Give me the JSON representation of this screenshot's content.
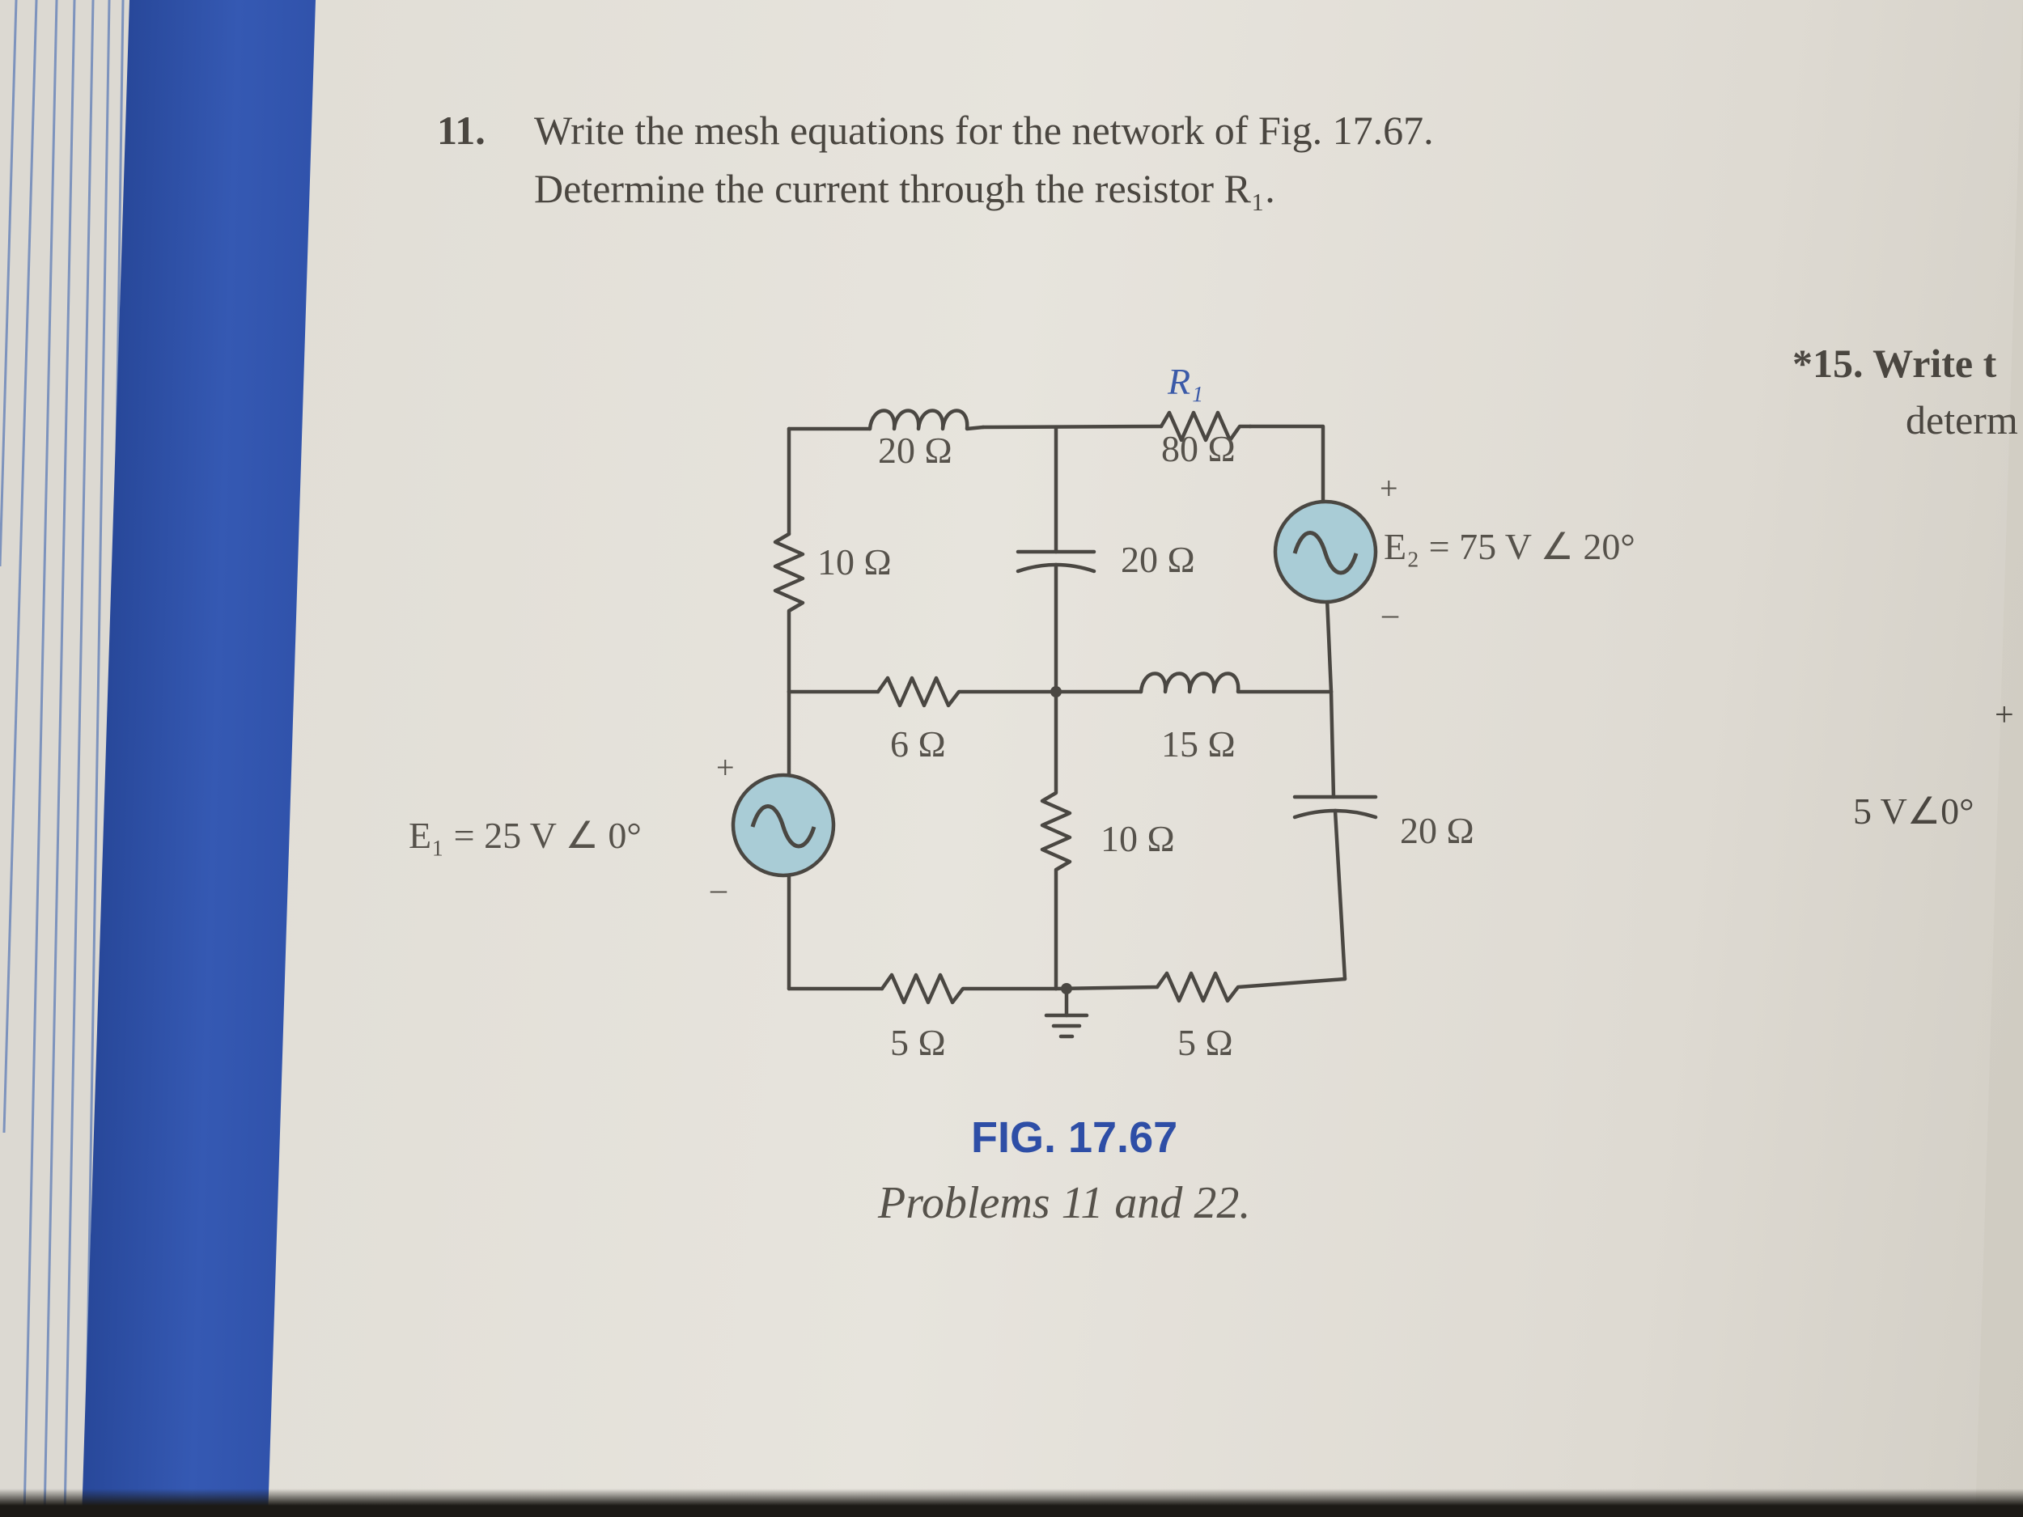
{
  "problem": {
    "number": "11.",
    "line1": "Write the mesh equations for the network of Fig. 17.67.",
    "line2": "Determine the current through the resistor R₁."
  },
  "side": {
    "problem_start": "*15. Write t",
    "problem_line2": "determ",
    "plus": "+",
    "source": "5 V∠0°"
  },
  "circuit": {
    "labels": {
      "r1_name": "R₁",
      "top_left_inductor": "20 Ω",
      "r1_value": "80 Ω",
      "left_resistor": "10 Ω",
      "center_capacitor": "20 Ω",
      "e2_plus": "+",
      "e2_minus": "–",
      "e2_label": "E₂ = 75 V ∠ 20°",
      "mid_resistor": "6 Ω",
      "mid_inductor": "15 Ω",
      "e1_plus": "+",
      "e1_minus": "–",
      "e1_label": "E₁ = 25 V ∠ 0°",
      "center_resistor": "10 Ω",
      "right_capacitor": "20 Ω",
      "bottom_left_resistor": "5 Ω",
      "bottom_right_resistor": "5 Ω"
    },
    "colors": {
      "wire": "#4a4742",
      "source_fill": "#a9ccd6",
      "label_blue": "#3b5aa8"
    }
  },
  "figure": {
    "title": "FIG. 17.67",
    "caption": "Problems 11 and 22."
  }
}
